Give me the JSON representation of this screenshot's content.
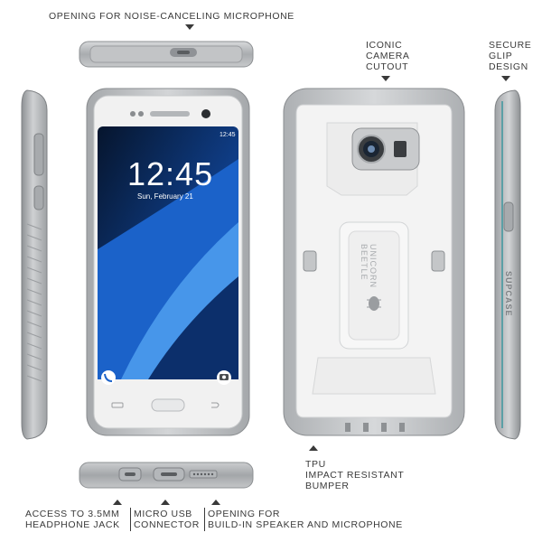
{
  "callouts": {
    "top_mic": "OPENING FOR NOISE-CANCELING MICROPHONE",
    "camera": [
      "ICONIC",
      "CAMERA",
      "CUTOUT"
    ],
    "grip": [
      "SECURE",
      "GLIP",
      "DESIGN"
    ],
    "bumper": [
      "TPU",
      "IMPACT RESISTANT",
      "BUMPER"
    ],
    "jack": [
      "ACCESS TO 3.5MM",
      "HEADPHONE JACK"
    ],
    "usb": [
      "MICRO USB",
      "CONNECTOR"
    ],
    "speaker": [
      "OPENING FOR",
      "BUILD-IN SPEAKER AND MICROPHONE"
    ]
  },
  "screen": {
    "time": "12:45",
    "date": "Sun, February 21",
    "status_time": "12:45"
  },
  "back_logo": [
    "UNICORN",
    "BEETLE"
  ],
  "side_brand": "SUPCASE",
  "icons": [
    "microphone-opening-icon",
    "camera-cutout-icon",
    "phone-app-icon",
    "camera-app-icon",
    "home-button-icon",
    "usb-port-icon",
    "speaker-grille-icon",
    "headphone-jack-icon",
    "beetle-logo-icon"
  ],
  "colors": {
    "case_gray": "#b8babd",
    "case_white": "#f3f3f3",
    "screen_blue": "#1b62c9",
    "screen_dark": "#0a1730"
  }
}
